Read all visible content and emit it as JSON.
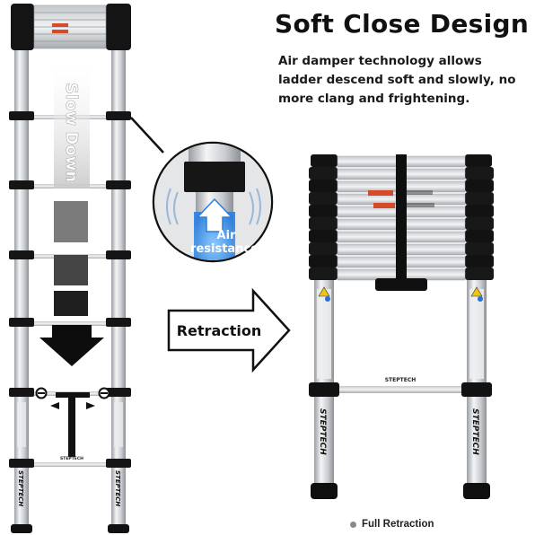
{
  "heading": "Soft Close Design",
  "description": "Air damper technology allows ladder descend soft and slowly, no more clang and frightening.",
  "slow_down_text": "Slow Down",
  "air_resistance_line1": "Air",
  "air_resistance_line2": "resistance",
  "retraction_label": "Retraction",
  "full_retraction_label": "Full Retraction",
  "brand_text": "STEPTECH",
  "colors": {
    "black": "#111111",
    "aluminum": "#d9dbde",
    "air_blue": "#3a8ee8"
  }
}
